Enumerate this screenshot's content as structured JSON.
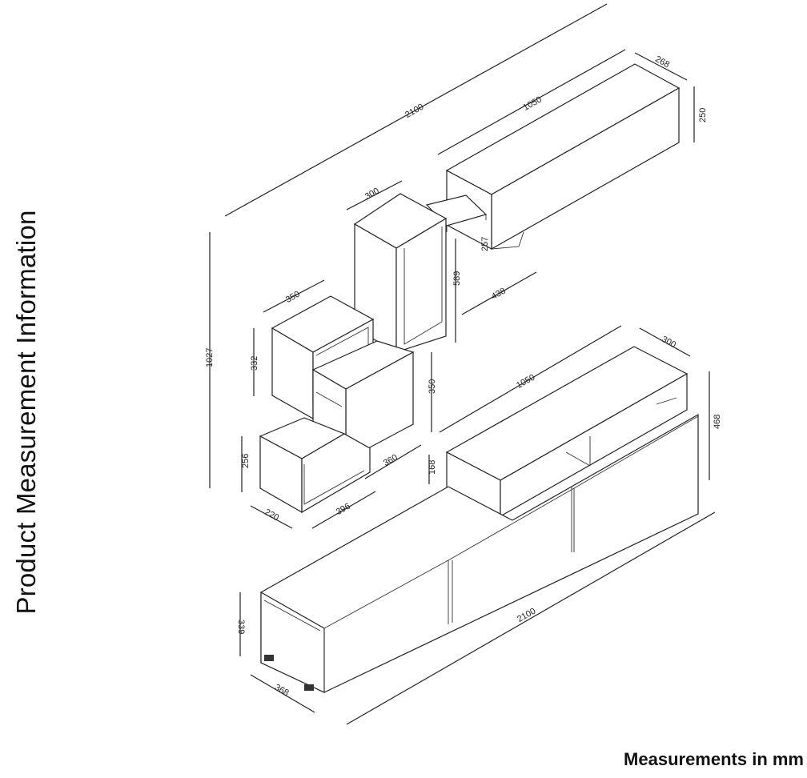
{
  "title": "Product Measurement Information",
  "footer": "Measurements in mm",
  "dimensions": {
    "upper_total_width": "2100",
    "wall_cabinet_width": "1050",
    "wall_cabinet_depth": "268",
    "wall_cabinet_height": "250",
    "tall_box_width": "300",
    "shelf_height": "257",
    "tall_box_height": "589",
    "shelf_length": "438",
    "left_box_width": "350",
    "left_box_height": "332",
    "middle_box_height": "350",
    "overall_height": "1027",
    "bottom_box_height": "256",
    "middle_box_width": "360",
    "bottom_box_depth": "220",
    "bottom_box_width": "396",
    "top_unit_width": "1050",
    "top_unit_depth": "300",
    "top_unit_height": "168",
    "tv_unit_total_height": "468",
    "tv_unit_height": "339",
    "tv_unit_depth": "368",
    "tv_unit_width": "2100"
  }
}
